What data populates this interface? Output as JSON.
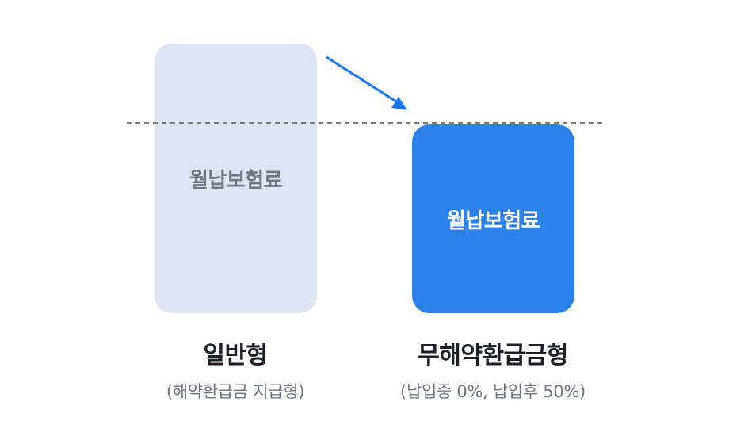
{
  "general": {
    "box_label": "월납보험료",
    "title": "일반형",
    "subtitle": "(해약환급금 지급형)",
    "box_color": "#dde4f4"
  },
  "nonrefund": {
    "box_label": "월납보험료",
    "title": "무해약환급금형",
    "subtitle": "(납입중 0%, 납입후 50%)",
    "box_color": "#2b82ea"
  },
  "colors": {
    "arrow": "#1677f0",
    "dashed_line": "#7a7a7a"
  }
}
